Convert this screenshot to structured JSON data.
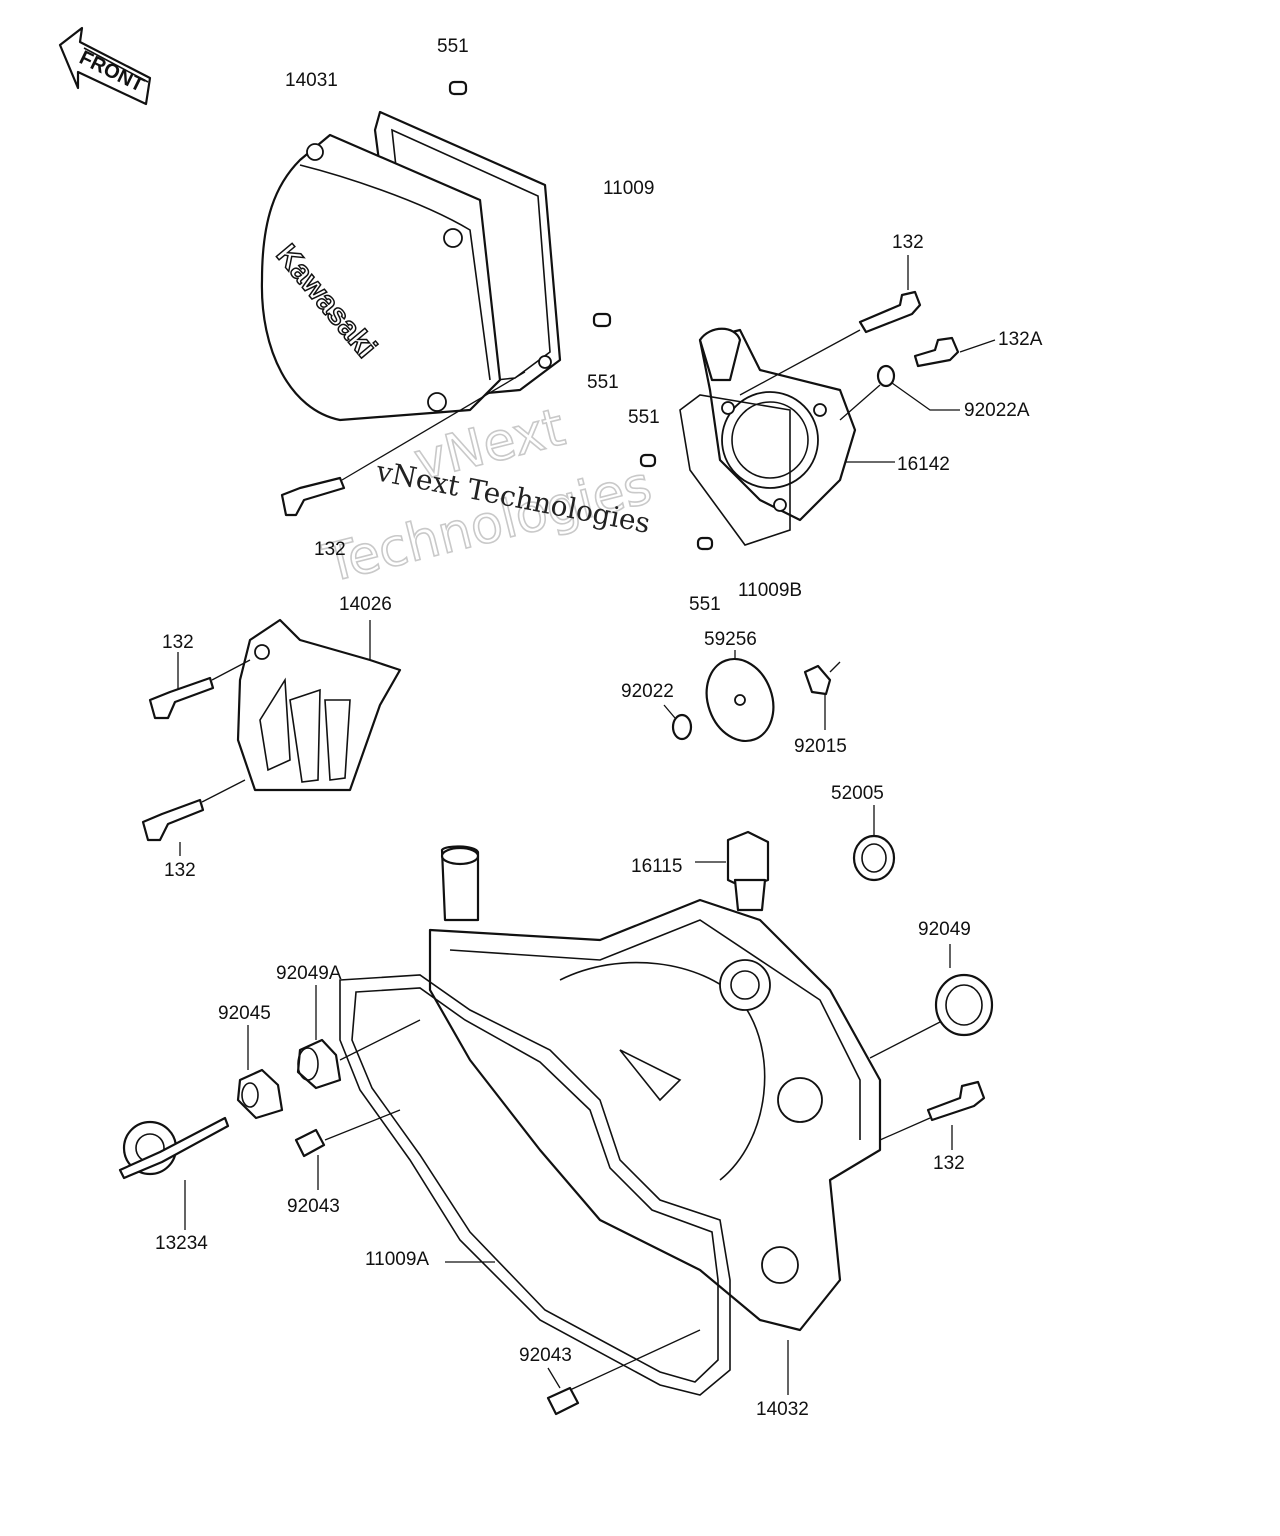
{
  "front_arrow": {
    "text": "FRONT"
  },
  "watermark": {
    "line1": "vNext Technologies",
    "big1": "vNext",
    "big2": "Technologies"
  },
  "logo": {
    "text": "Kawasaki"
  },
  "callouts": {
    "p551_top": "551",
    "p14031": "14031",
    "p11009": "11009",
    "p132_top": "132",
    "p132A": "132A",
    "p92022A": "92022A",
    "p551_mid": "551",
    "p551_left": "551",
    "p16142": "16142",
    "p132_cover": "132",
    "p551_bot": "551",
    "p11009B": "11009B",
    "p14026": "14026",
    "p132_guard_top": "132",
    "p132_guard_bot": "132",
    "p59256": "59256",
    "p92022": "92022",
    "p92015": "92015",
    "p52005": "52005",
    "p16115": "16115",
    "p92049": "92049",
    "p92049A": "92049A",
    "p92045": "92045",
    "p132_right": "132",
    "p92043_left": "92043",
    "p13234": "13234",
    "p11009A": "11009A",
    "p92043_bot": "92043",
    "p14032": "14032"
  }
}
